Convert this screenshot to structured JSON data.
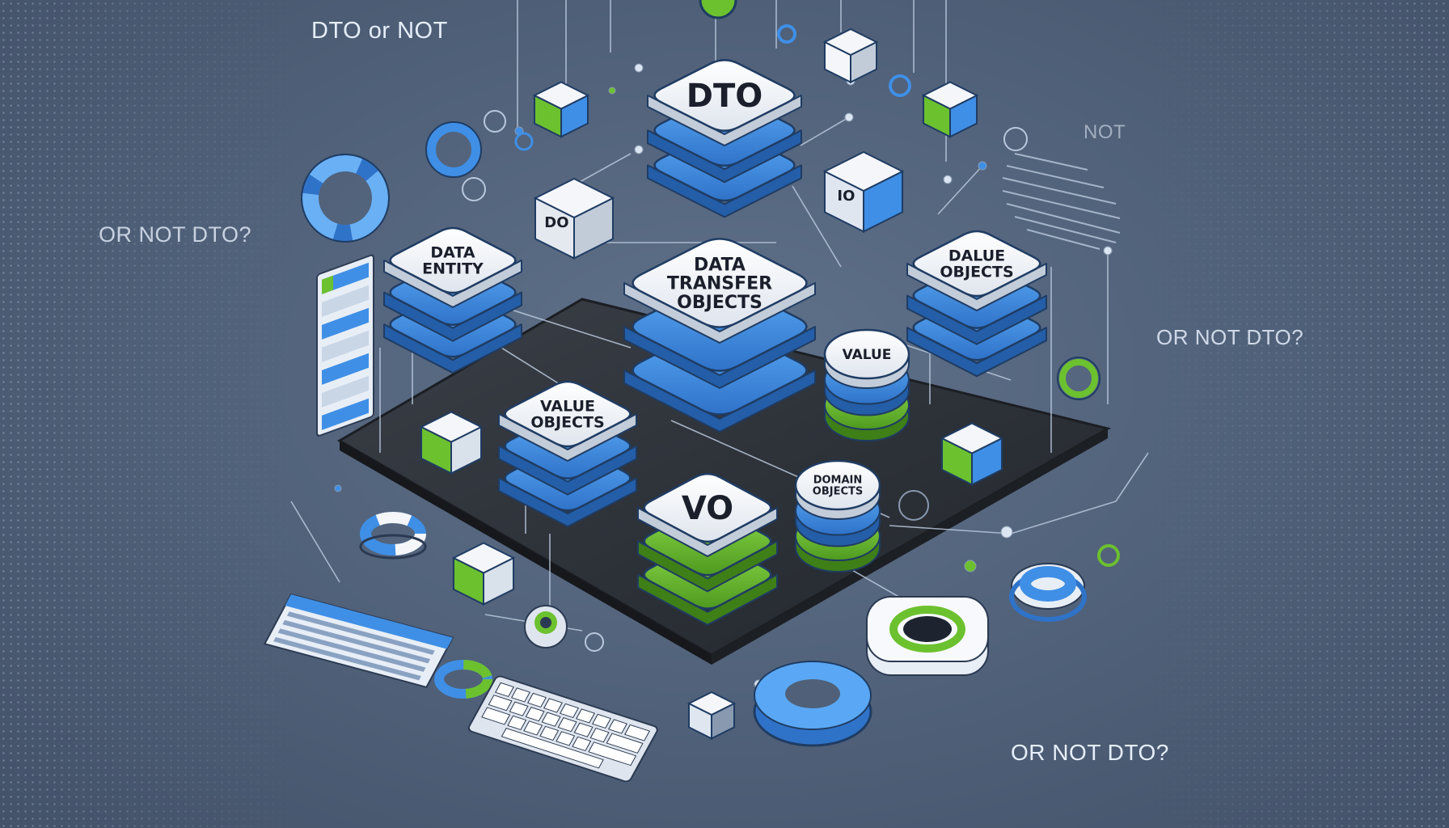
{
  "captions": {
    "top_left": "DTO or NOT",
    "top_right": "NOT",
    "left": "OR NOT DTO?",
    "right": "OR NOT DTO?",
    "bottom_right": "OR NOT DTO?"
  },
  "stacks": {
    "dto": {
      "label": "DTO"
    },
    "data_transfer_objects": {
      "line1": "DATA",
      "line2": "TRANSFER",
      "line3": "OBJECTS"
    },
    "data_left": {
      "line1": "DATA",
      "line2": "ENTITY"
    },
    "value_objects_left": {
      "line1": "VALUE",
      "line2": "OBJECTS"
    },
    "value_objects_right": {
      "line1": "DALUE",
      "line2": "OBJECTS"
    },
    "vo": {
      "label": "VO"
    },
    "value_small": {
      "label": "VALUE"
    },
    "domain_objects": {
      "line1": "DOMAIN",
      "line2": "OBJECTS"
    }
  },
  "cubes": {
    "do": {
      "label": "DO"
    },
    "io": {
      "label": "IO"
    }
  },
  "colors": {
    "background": "#4f6078",
    "platform": "#2b2f36",
    "blue": "#3f8fe6",
    "green": "#6cc12f",
    "white": "#f4f6f9"
  }
}
